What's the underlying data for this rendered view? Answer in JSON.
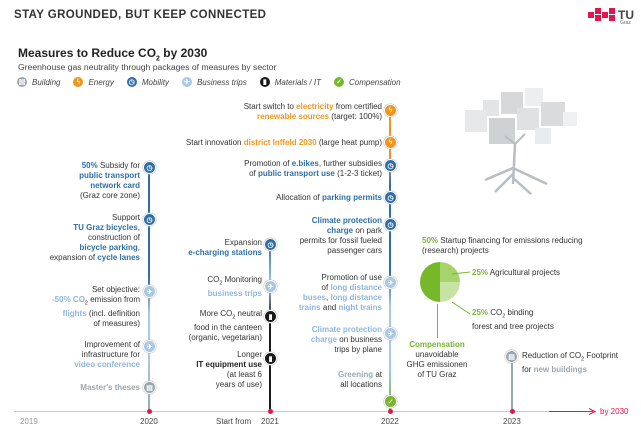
{
  "header": "STAY GROUNDED, BUT KEEP CONNECTED",
  "logo": {
    "text": "TU",
    "sub": "Graz"
  },
  "title": "Measures to Reduce CO",
  "title_sub": "2",
  "title_end": " by 2030",
  "subtitle": "Greenhouse gas neutrality through packages of measures by sector",
  "legend": [
    {
      "label": "Building",
      "icon": "building-icon",
      "color": "#9aa7b3"
    },
    {
      "label": "Energy",
      "icon": "energy-icon",
      "color": "#f0961e"
    },
    {
      "label": "Mobility",
      "icon": "mobility-icon",
      "color": "#2e6fa8"
    },
    {
      "label": "Business trips",
      "icon": "business-trips-icon",
      "color": "#a9c8e6"
    },
    {
      "label": "Materials / IT",
      "icon": "materials-icon",
      "color": "#1a1a1a"
    },
    {
      "label": "Compensation",
      "icon": "compensation-icon",
      "color": "#76b82a"
    }
  ],
  "col2020": {
    "m1": {
      "a": "50%",
      "b": " Subsidy for",
      "c": "public transport",
      "d": "network card",
      "e": "(Graz core zone)"
    },
    "m2": {
      "a": "Support",
      "b": "TU Graz bicycles",
      "c": ",",
      "d": "construction of",
      "e": "bicycle parking",
      "f": ",",
      "g": "expansion of ",
      "h": "cycle lanes"
    },
    "m3": {
      "a": "Set objective:",
      "b": "-50% CO",
      "c": "2",
      "d": " emission from",
      "e": "flights",
      "f": " (incl. definition",
      "g": "of measures)"
    },
    "m4": {
      "a": "Improvement of",
      "b": "infrastructure for",
      "c": "video conference"
    },
    "m5": {
      "a": "Master's theses"
    }
  },
  "col2021": {
    "m1": {
      "a": "Expansion",
      "b": "e-charging stations"
    },
    "m2": {
      "a": "CO",
      "b": "2",
      "c": " Monitoring",
      "d": "business trips"
    },
    "m3": {
      "a": "More CO",
      "b": "2",
      "c": " neutral",
      "d": "food in the canteen",
      "e": "(organic, vegetarian)"
    },
    "m4": {
      "a": "Longer",
      "b": "IT equipment use",
      "c": "(at least 6",
      "d": "years of use)"
    }
  },
  "col2022": {
    "m1": {
      "a": "Start switch to ",
      "b": "electricity",
      "c": " from certified",
      "d": "renewable sources",
      "e": " (target: 100%)"
    },
    "m2": {
      "a": "Start innovation ",
      "b": "district Inffeld 2030",
      "c": " (large heat pump)"
    },
    "m3": {
      "a": "Promotion of ",
      "b": "e.bikes",
      "c": ", further subsidies",
      "d": "of ",
      "e": "public transport use",
      "f": " (1-2-3 ticket)"
    },
    "m4": {
      "a": "Allocation of ",
      "b": "parking permits"
    },
    "m5": {
      "a": "Climate protection",
      "b": "charge",
      "c": " on park",
      "d": "permits for fossil fueled",
      "e": "passenger cars"
    },
    "m6": {
      "a": "Promotion of use",
      "b": "of ",
      "c": "long distance",
      "d": "buses",
      "e": ", ",
      "f": "long distance",
      "g": "trains",
      "h": " and ",
      "i": "night trains"
    },
    "m7": {
      "a": "Climate protection",
      "b": "charge",
      "c": " on business",
      "d": "trips by plane"
    },
    "m8": {
      "a": "Greening",
      "b": " at",
      "c": "all locations"
    }
  },
  "compensation": {
    "s1": {
      "a": "50%",
      "b": " Startup financing for emissions reducing",
      "c": "(research) projects"
    },
    "s2": {
      "a": "25%",
      "b": " Agricultural projects"
    },
    "s3": {
      "a": "25%",
      "b": " CO",
      "c": "2",
      "d": " binding",
      "e": "forest and tree projects"
    },
    "label": {
      "a": "Compensation",
      "b": "unavoidable",
      "c": "GHG emissionen",
      "d": "of TU Graz"
    },
    "pie": [
      50,
      25,
      25
    ]
  },
  "col2023": {
    "a": "Reduction of CO",
    "b": "2",
    "c": " Footprint",
    "d": "for ",
    "e": "new buildings"
  },
  "timeline": {
    "y2019": "2019",
    "y2020": "2020",
    "start_from": "Start from",
    "y2021": "2021",
    "y2022": "2022",
    "y2023": "2023",
    "by2030": "by 2030"
  }
}
